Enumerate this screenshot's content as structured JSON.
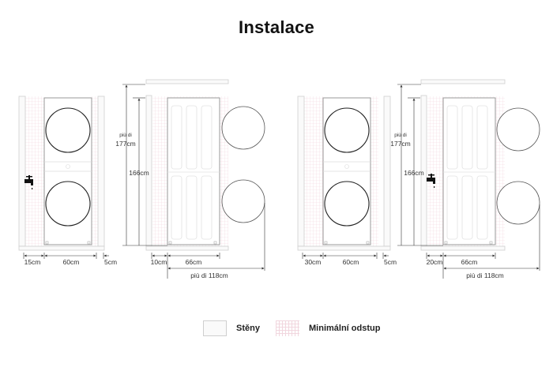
{
  "title": "Instalace",
  "colors": {
    "wall_fill": "#fafafa",
    "wall_stroke": "#cfcfcf",
    "clearance_grid": "#f1d6de",
    "machine_stroke": "#999999",
    "drum_stroke": "#222222",
    "dimension_line": "#333333"
  },
  "diagrams": [
    {
      "name": "front-view-1",
      "left_gap": "15cm",
      "machine_width": "60cm",
      "right_gap": "5cm"
    },
    {
      "name": "side-view-1",
      "height_min_prefix": "più di",
      "height_min": "177cm",
      "machine_height": "166cm",
      "back_gap": "10cm",
      "machine_depth": "66cm",
      "door_clearance": "più di 118cm"
    },
    {
      "name": "front-view-2",
      "left_gap": "30cm",
      "machine_width": "60cm",
      "right_gap": "5cm"
    },
    {
      "name": "side-view-2",
      "height_min_prefix": "più di",
      "height_min": "177cm",
      "machine_height": "166cm",
      "back_gap": "20cm",
      "machine_depth": "66cm",
      "door_clearance": "più di 118cm"
    }
  ],
  "legend": {
    "walls": "Stěny",
    "min_clearance": "Minimální odstup"
  },
  "icons": {
    "faucet": "faucet-icon"
  }
}
